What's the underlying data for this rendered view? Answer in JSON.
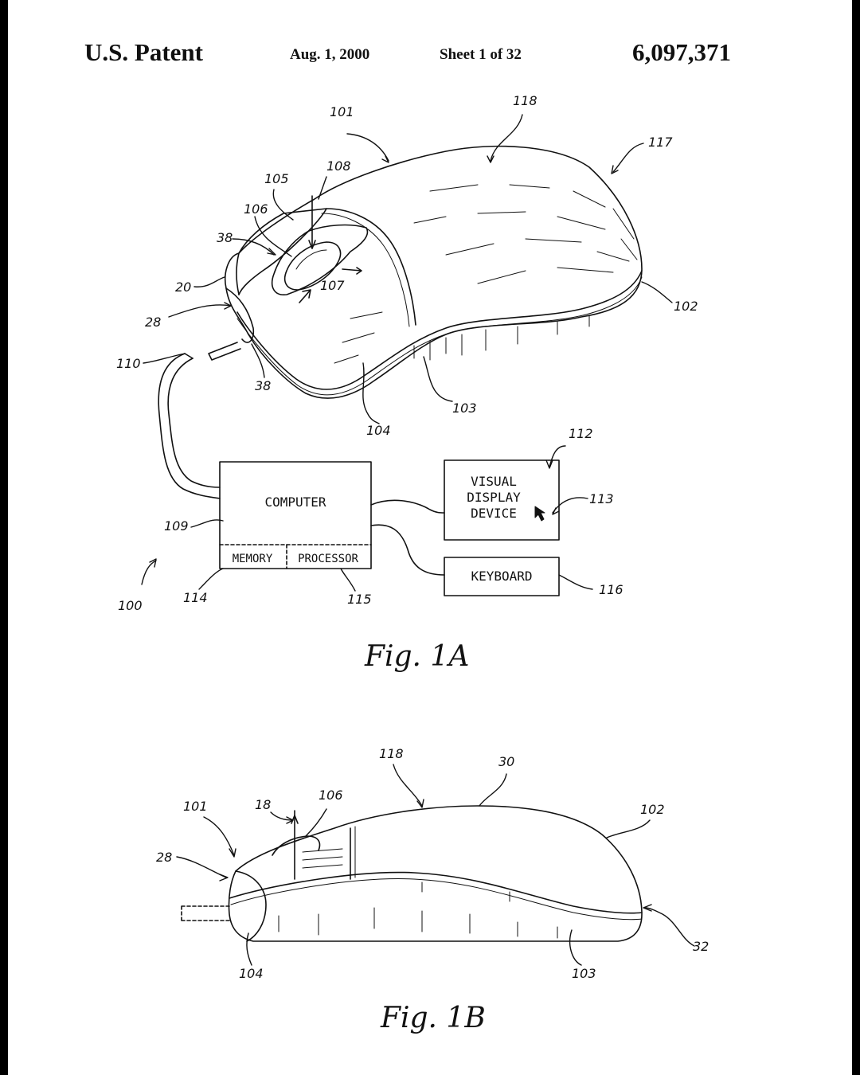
{
  "header": {
    "left": "U.S. Patent",
    "date": "Aug. 1, 2000",
    "sheet": "Sheet 1 of 32",
    "patent_number": "6,097,371"
  },
  "figure_1a": {
    "caption": "Fig. 1A",
    "refs": {
      "r101": "101",
      "r118": "118",
      "r117": "117",
      "r108": "108",
      "r105": "105",
      "r106": "106",
      "r38a": "38",
      "r20": "20",
      "r107": "107",
      "r28": "28",
      "r102": "102",
      "r110": "110",
      "r38b": "38",
      "r103": "103",
      "r104": "104",
      "r112": "112",
      "r113": "113",
      "r109": "109",
      "r100": "100",
      "r114": "114",
      "r115": "115",
      "r116": "116"
    },
    "boxes": {
      "computer": "COMPUTER",
      "memory": "MEMORY",
      "processor": "PROCESSOR",
      "visual_1": "VISUAL",
      "visual_2": "DISPLAY",
      "visual_3": "DEVICE",
      "keyboard": "KEYBOARD"
    }
  },
  "figure_1b": {
    "caption": "Fig. 1B",
    "refs": {
      "r118": "118",
      "r30": "30",
      "r101": "101",
      "r18": "18",
      "r106": "106",
      "r102": "102",
      "r28": "28",
      "r32": "32",
      "r104": "104",
      "r103": "103"
    }
  }
}
